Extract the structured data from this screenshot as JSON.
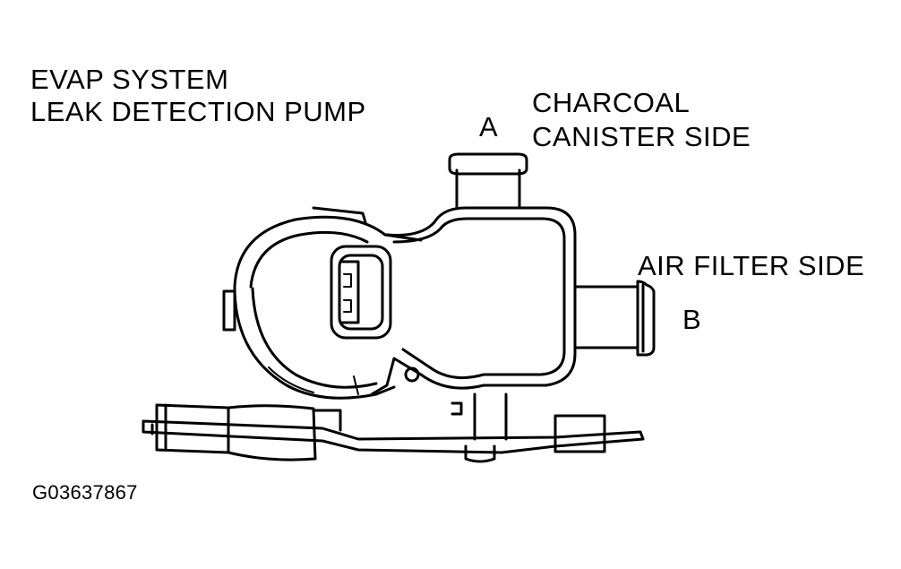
{
  "title": {
    "line1": "EVAP SYSTEM",
    "line2": "LEAK DETECTION PUMP"
  },
  "callouts": {
    "port_a_letter": "A",
    "port_a_line1": "CHARCOAL",
    "port_a_line2": "CANISTER SIDE",
    "port_b_letter": "B",
    "port_b_text": "AIR FILTER SIDE"
  },
  "figure_id": "G03637867",
  "colors": {
    "ink": "#000000",
    "paper": "#ffffff"
  }
}
